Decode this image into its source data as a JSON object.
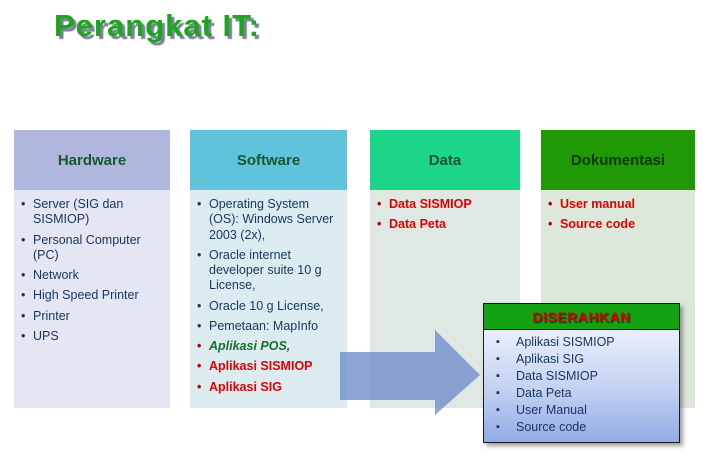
{
  "title": "Perangkat IT:",
  "colors": {
    "title_green": "#1ea51e",
    "header_text_green": "#17572e",
    "hardware_header_bg": "#b0b7de",
    "hardware_body_bg": "#e4e6f3",
    "software_header_bg": "#5fc3dc",
    "software_body_bg": "#dcebf0",
    "data_header_bg": "#1dd588",
    "data_body_bg": "#dfe8e2",
    "dokumentasi_header_bg": "#1f9a06",
    "dokumentasi_body_bg": "#dde8da",
    "navy_text": "#17365d",
    "red_text": "#e00000",
    "green_item_text": "#156f2c",
    "arrow_blue": "#6e8ccb",
    "handover_header_bg": "#12a212",
    "handover_body_gradient_top": "#e9effb",
    "handover_body_gradient_bottom": "#91abe6"
  },
  "columns": [
    {
      "title": "Hardware",
      "items": [
        {
          "text": "Server (SIG dan SISMIOP)",
          "style": "navy"
        },
        {
          "text": "Personal Computer (PC)",
          "style": "navy"
        },
        {
          "text": "Network",
          "style": "navy"
        },
        {
          "text": "High Speed Printer",
          "style": "navy"
        },
        {
          "text": "Printer",
          "style": "navy"
        },
        {
          "text": "UPS",
          "style": "navy"
        }
      ]
    },
    {
      "title": "Software",
      "items": [
        {
          "text": "Operating System (OS): Windows Server 2003 (2x),",
          "style": "navy"
        },
        {
          "text": "Oracle internet developer suite 10 g License,",
          "style": "navy"
        },
        {
          "text": "Oracle 10 g License,",
          "style": "navy"
        },
        {
          "text": "Pemetaan: MapInfo",
          "style": "navy"
        },
        {
          "text": "Aplikasi POS,",
          "style": "green-italic"
        },
        {
          "text": "Aplikasi SISMIOP",
          "style": "red"
        },
        {
          "text": "Aplikasi SIG",
          "style": "red"
        }
      ]
    },
    {
      "title": "Data",
      "items": [
        {
          "text": "Data SISMIOP",
          "style": "red"
        },
        {
          "text": "Data Peta",
          "style": "red"
        }
      ]
    },
    {
      "title": "Dokumentasi",
      "items": [
        {
          "text": "User manual",
          "style": "red"
        },
        {
          "text": "Source code",
          "style": "red"
        }
      ]
    }
  ],
  "handover": {
    "title": "DISERAHKAN",
    "items": [
      {
        "text": "Aplikasi SISMIOP",
        "style": "navy"
      },
      {
        "text": "Aplikasi SIG",
        "style": "navy"
      },
      {
        "text": "Data SISMIOP",
        "style": "navy"
      },
      {
        "text": "Data Peta",
        "style": "navy"
      },
      {
        "text": "User Manual",
        "style": "navy"
      },
      {
        "text": "Source code",
        "style": "navy"
      }
    ]
  },
  "arrow": {
    "icon": "right-block-arrow"
  }
}
